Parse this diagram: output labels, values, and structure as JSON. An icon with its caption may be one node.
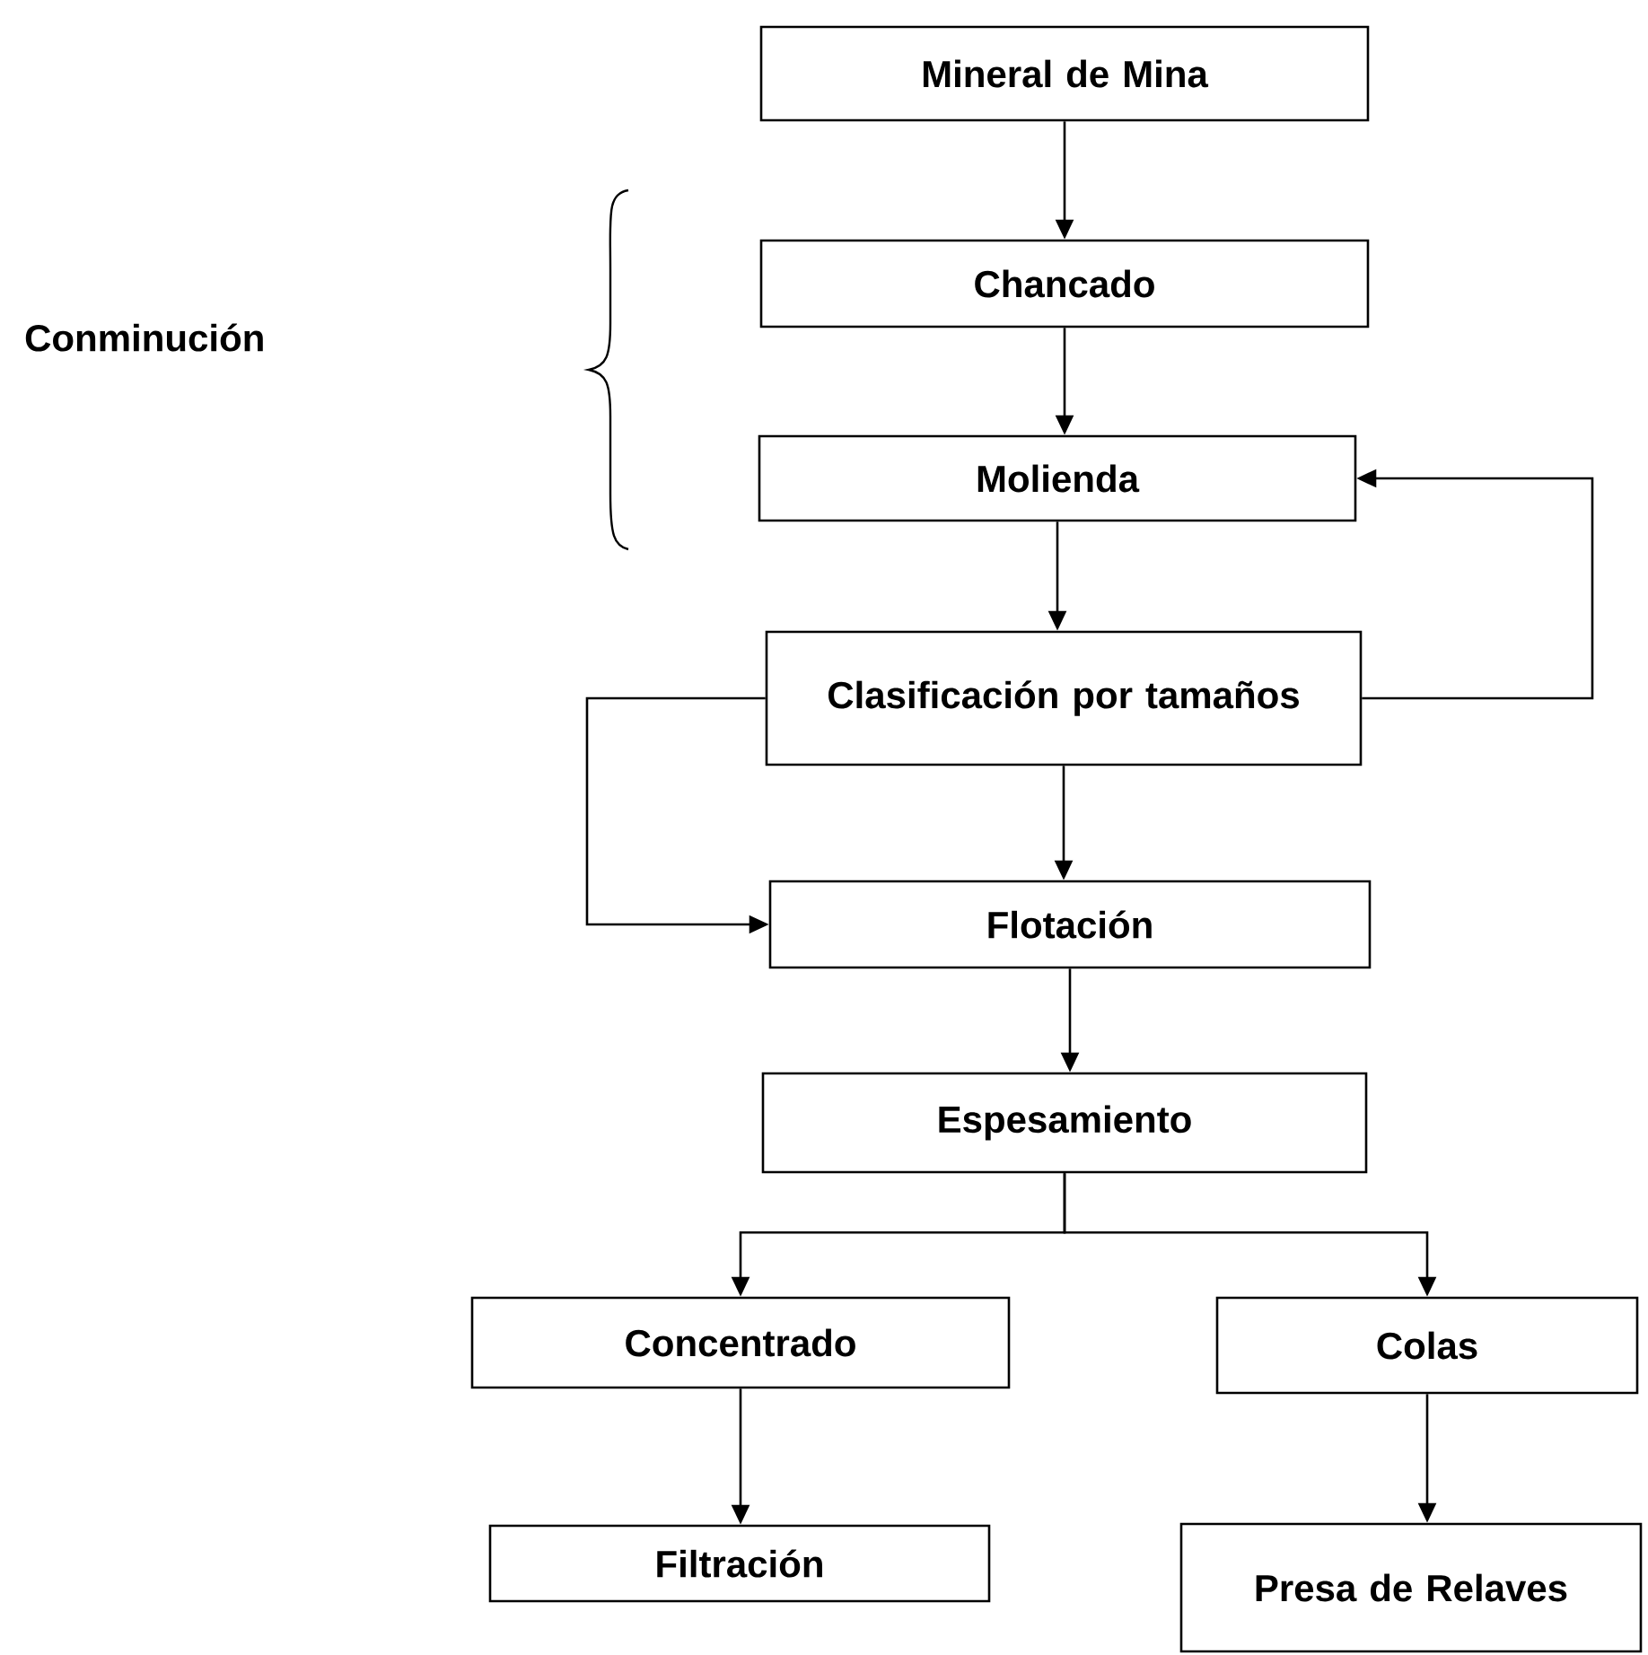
{
  "diagram": {
    "nodes": [
      {
        "text": [
          "Mineral de Mina"
        ]
      },
      {
        "text": [
          "Chancado"
        ]
      },
      {
        "text": [
          "Molienda"
        ]
      },
      {
        "text": [
          "Clasificación por tamaños"
        ]
      },
      {
        "text": [
          "Flotación"
        ]
      },
      {
        "text": [
          "Espesamiento"
        ]
      },
      {
        "text": [
          "Concentrado"
        ]
      },
      {
        "text": [
          "Colas"
        ]
      },
      {
        "text": [
          "Filtración"
        ]
      },
      {
        "text": [
          "Presa de Relaves"
        ]
      }
    ],
    "edges": [
      {
        "from": 0,
        "to": 1,
        "arrow": "to"
      },
      {
        "from": 1,
        "to": 2,
        "arrow": "to"
      },
      {
        "from": 2,
        "to": 3,
        "arrow": "to"
      },
      {
        "from": 3,
        "to": 2,
        "arrow": "to"
      },
      {
        "from": 3,
        "to": 4,
        "arrow": "to"
      },
      {
        "from": 3,
        "to": 4,
        "arrow": "to"
      },
      {
        "from": 4,
        "to": 5,
        "arrow": "to"
      },
      {
        "from": 5,
        "to": 6,
        "arrow": "to"
      },
      {
        "from": 5,
        "to": 7,
        "arrow": "to"
      },
      {
        "from": 6,
        "to": 8,
        "arrow": "to"
      },
      {
        "from": 7,
        "to": 9,
        "arrow": "to"
      }
    ],
    "labels": [
      "Conminución"
    ]
  }
}
